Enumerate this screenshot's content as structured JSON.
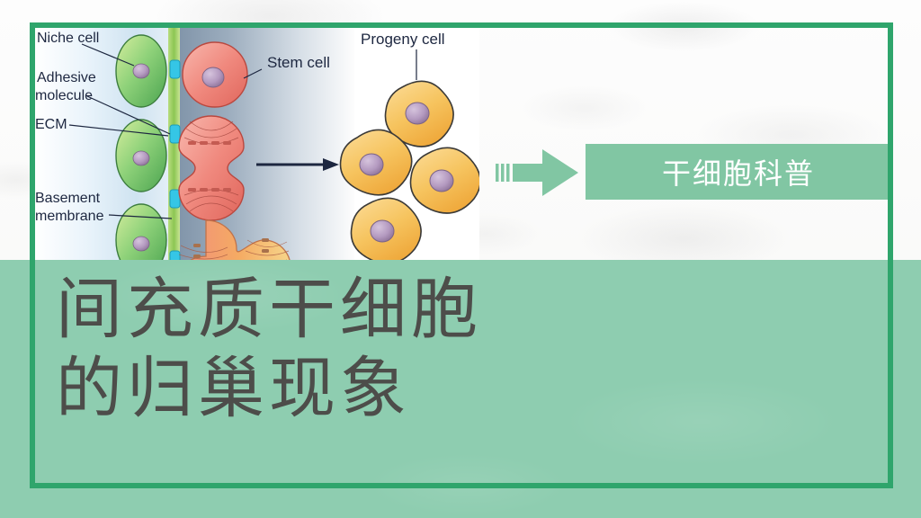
{
  "slide": {
    "badge": {
      "label": "干细胞科普",
      "arrow_icon": "right-arrow-icon"
    },
    "title": {
      "line1": "间充质干细胞",
      "line2": "的归巢现象"
    },
    "colors": {
      "frame_green": "#2fa56c",
      "band_green": "#8ecdb0",
      "badge_green": "#81c6a3",
      "title_text": "#4d4d4a",
      "badge_text": "#ffffff"
    }
  },
  "diagram": {
    "labels": {
      "niche_cell": "Niche cell",
      "adhesive_molecule_line1": "Adhesive",
      "adhesive_molecule_line2": "molecule",
      "ecm": "ECM",
      "basement_line1": "Basement",
      "basement_line2": "membrane",
      "stem_cell": "Stem cell",
      "progeny_cell": "Progeny cell"
    },
    "niche_cells": 3,
    "stem_cells": 4,
    "progeny_cells": 4,
    "adhesion_patches": 4
  }
}
